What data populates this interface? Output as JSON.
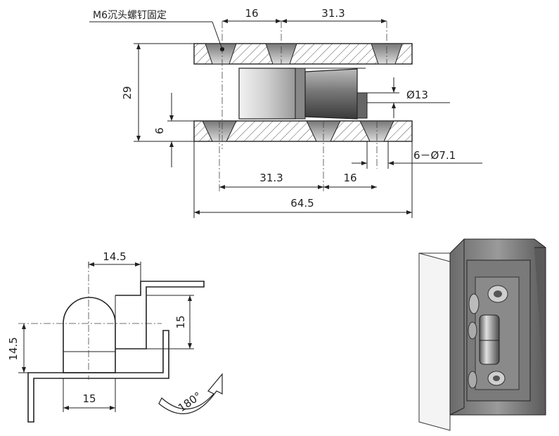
{
  "front_view": {
    "note": "M6沉头螺钉固定",
    "top_dim_a": "16",
    "top_dim_b": "31.3",
    "height_dim": "29",
    "plate_dim": "6",
    "diameter_label": "Ø13",
    "hole_label": "6－Ø7.1",
    "bottom_dim_a": "31.3",
    "bottom_dim_b": "16",
    "overall_dim": "64.5"
  },
  "side_view": {
    "top_dim": "14.5",
    "right_dim": "15",
    "left_dim": "14.5",
    "bottom_dim": "15",
    "rotation_label": "180°"
  },
  "colors": {
    "line": "#222222",
    "hatch": "#555555",
    "metal_dark": "#4a4a4a",
    "metal_mid": "#8c8c8c",
    "metal_light": "#d6d6d6"
  }
}
